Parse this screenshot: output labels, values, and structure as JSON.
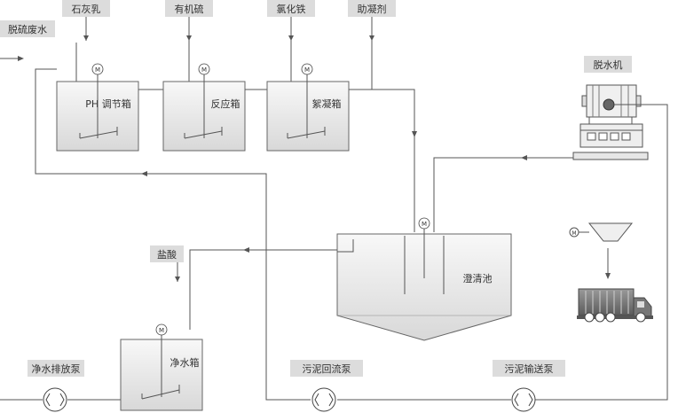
{
  "labels": {
    "lime_milk": "石灰乳",
    "organosulfur": "有机硫",
    "ferric_chloride": "氯化铁",
    "coagulant_aid": "助凝剂",
    "desulfurization_wastewater": "脱硫废水",
    "dewatering_machine": "脱水机",
    "hydrochloric_acid": "盐酸",
    "clean_water_discharge_pump": "净水排放泵",
    "sludge_return_pump": "污泥回流泵",
    "sludge_transfer_pump": "污泥输送泵"
  },
  "tanks": {
    "ph_adjust": "PH 调节箱",
    "reaction": "反应箱",
    "flocculation": "絮凝箱",
    "clarifier": "澄清池",
    "clean_water": "净水箱"
  },
  "motor_symbol": "M",
  "colors": {
    "label_bg": "#dcdcdc",
    "tank_light": "#f7f7f7",
    "tank_dark": "#d9d9d9",
    "pipe": "#555555"
  }
}
